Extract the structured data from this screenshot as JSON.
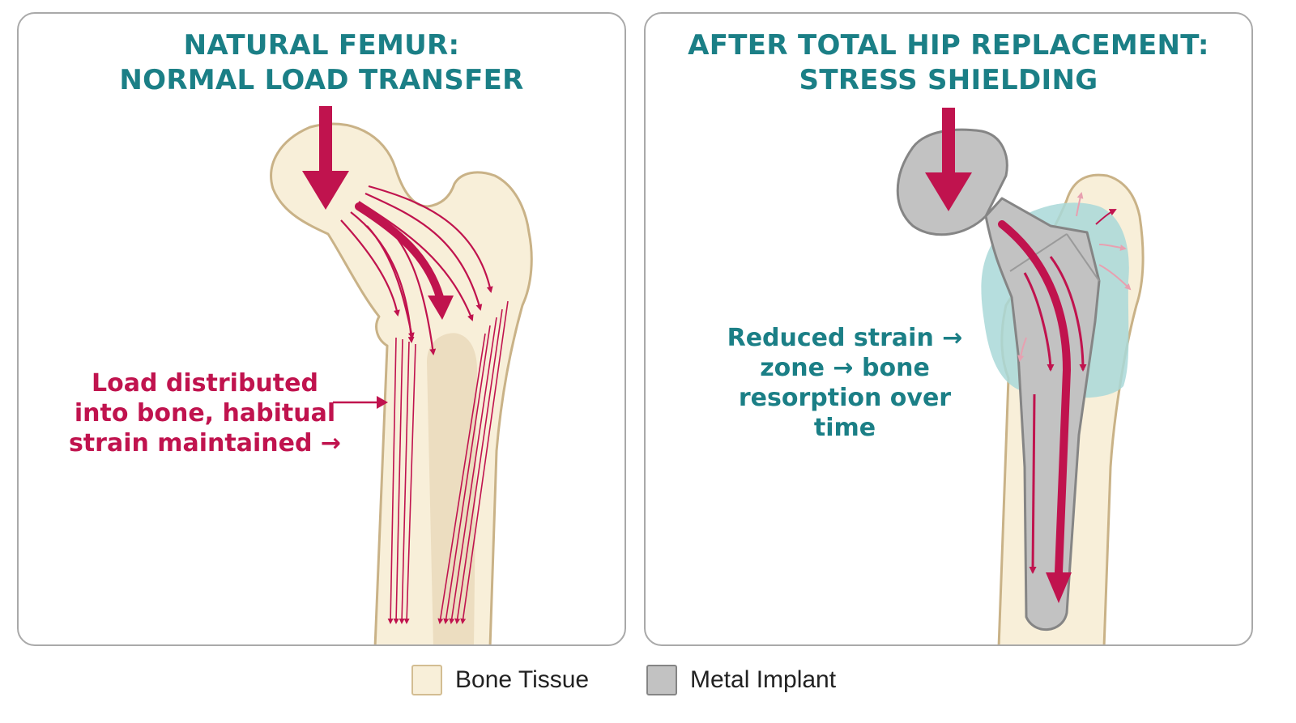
{
  "panels": {
    "left": {
      "title_lines": [
        "NATURAL FEMUR:",
        "NORMAL LOAD TRANSFER"
      ],
      "annotation_lines": [
        "Load distributed",
        "into bone, habitual",
        "strain maintained →"
      ]
    },
    "right": {
      "title_lines": [
        "AFTER TOTAL HIP REPLACEMENT:",
        "STRESS SHIELDING"
      ],
      "annotation_lines": [
        "Reduced strain →",
        "zone → bone",
        "resorption over",
        "time"
      ]
    }
  },
  "legend": {
    "bone": "Bone Tissue",
    "metal": "Metal Implant"
  },
  "colors": {
    "load_arrow": "#c0134e",
    "title_teal": "#1b7f86",
    "bone_fill": "#f8efd9",
    "bone_outline": "#c9b287",
    "metal_fill": "#c2c2c2",
    "strain_zone": "#a9d8d8"
  }
}
